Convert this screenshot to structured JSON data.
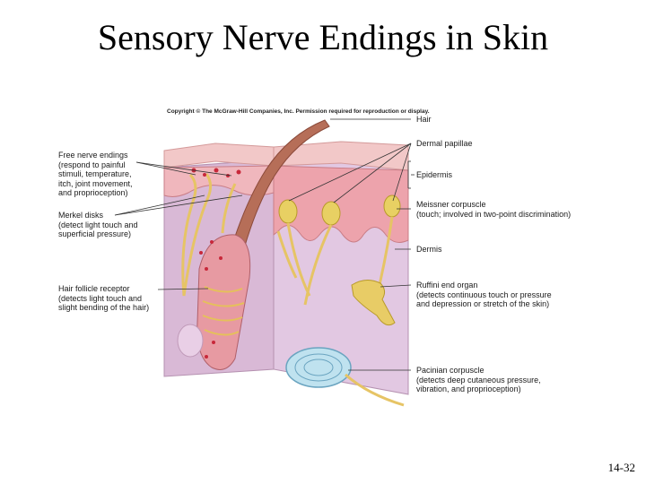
{
  "slide": {
    "title": "Sensory Nerve Endings in Skin",
    "copyright": "Copyright © The McGraw-Hill Companies, Inc. Permission required for reproduction or display.",
    "slide_number": "14-32"
  },
  "labels_left": {
    "free_nerve": "Free nerve endings\n(respond to painful\nstimuli, temperature,\nitch, joint movement,\nand proprioception)",
    "merkel": "Merkel disks\n(detect light touch and\nsuperficial pressure)",
    "hair_follicle": "Hair follicle receptor\n(detects light touch and\nslight bending of the hair)"
  },
  "labels_right": {
    "hair": "Hair",
    "dermal_papillae": "Dermal papillae",
    "epidermis": "Epidermis",
    "meissner": "Meissner corpuscle\n(touch; involved in two-point discrimination)",
    "dermis": "Dermis",
    "ruffini": "Ruffini end organ\n(detects continuous touch or pressure\nand depression or stretch of the skin)",
    "pacinian": "Pacinian corpuscle\n(detects deep cutaneous pressure,\nvibration, and proprioception)"
  }
}
